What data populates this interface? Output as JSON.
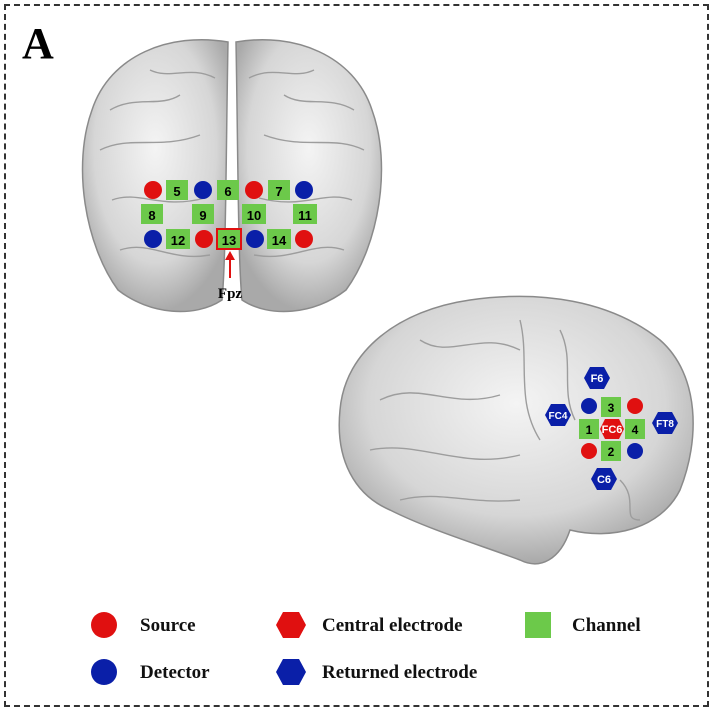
{
  "panel_label": "A",
  "front_view": {
    "channel_labels": [
      "5",
      "6",
      "7",
      "8",
      "9",
      "10",
      "11",
      "12",
      "13",
      "14"
    ],
    "reference_label": "Fpz"
  },
  "side_view": {
    "channel_labels": [
      "1",
      "2",
      "3",
      "4"
    ],
    "central_label": "FC6",
    "returned_labels": [
      "F6",
      "FC4",
      "FT8",
      "C6"
    ]
  },
  "legend": {
    "source": "Source",
    "detector": "Detector",
    "central": "Central electrode",
    "returned": "Returned electrode",
    "channel": "Channel"
  },
  "colors": {
    "source": "#e01010",
    "detector": "#0a1fa8",
    "channel": "#6cc94a",
    "brain": "#d9d9d9",
    "arrow": "#e01010"
  }
}
